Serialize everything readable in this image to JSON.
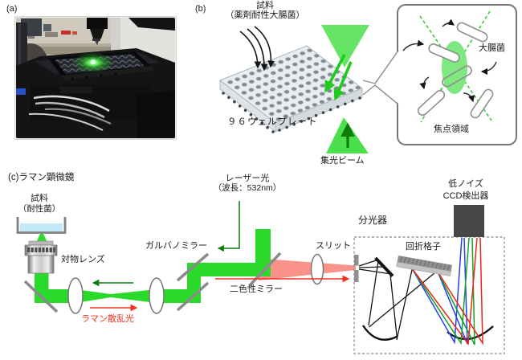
{
  "figure": {
    "panel_a_label": "(a)",
    "panel_b_label": "(b)",
    "panel_c_label": "(c)ラマン顕微鏡"
  },
  "panel_b": {
    "sample_line1": "試料",
    "sample_line2": "（薬剤耐性大腸菌）",
    "plate_label": "９６ウェルプレート",
    "beam_label": "集光ビーム",
    "ecoli_label": "大腸菌",
    "focus_label": "焦点領域"
  },
  "panel_c": {
    "sample_line1": "試料",
    "sample_line2": "（耐性菌）",
    "objective_label": "対物レンズ",
    "laser_line1": "レーザー光",
    "laser_line2": "（波長：532nm）",
    "galvano_label": "ガルバノミラー",
    "dichroic_label": "二色性ミラー",
    "raman_label": "ラマン散乱光",
    "slit_label": "スリット",
    "spectrometer_label": "分光器",
    "grating_label": "回折格子",
    "ccd_line1": "低ノイズ",
    "ccd_line2": "CCD検出器"
  },
  "colors": {
    "laser-green": "#2bd92b",
    "beam-green-dark": "#0e7d0e",
    "raman-pink": "#f9938a",
    "annotation-red": "#f5301c",
    "mirror-gray": "#8a8a8a",
    "ray-blue": "#2340ee",
    "ray-green": "#12a326",
    "ray-red": "#ee2413",
    "focus-ellipse-green": "#80e880",
    "dashed-beam-green": "#38cc38"
  }
}
